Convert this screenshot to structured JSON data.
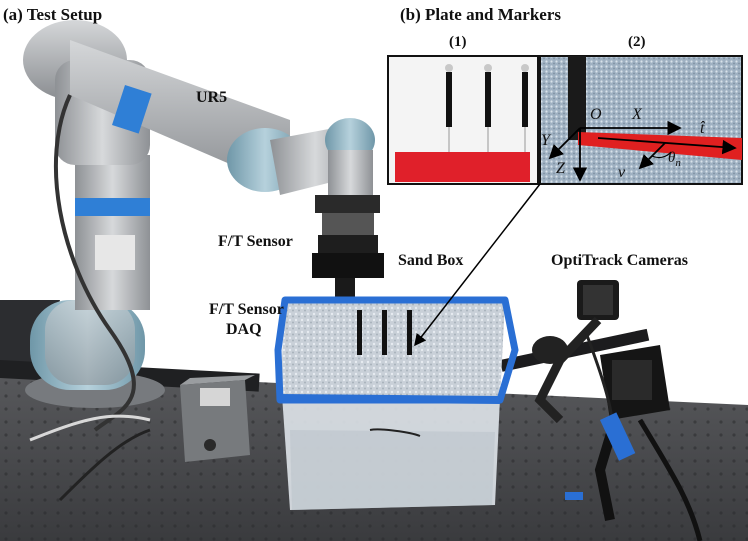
{
  "captions": {
    "test_setup": "(a) Test Setup",
    "plate_markers": "(b) Plate and Markers"
  },
  "inset_labels": {
    "one": "(1)",
    "two": "(2)"
  },
  "component_labels": {
    "ur5": "UR5",
    "ft_sensor": "F/T Sensor",
    "ft_sensor_daq_line1": "F/T Sensor",
    "ft_sensor_daq_line2": "DAQ",
    "sand_box": "Sand Box",
    "optitrack": "OptiTrack Cameras"
  },
  "axis_symbols": {
    "origin": "O",
    "x": "X",
    "y": "Y",
    "z": "Z",
    "t": "t̂",
    "v": "v",
    "theta": "θ",
    "theta_sub": "n"
  },
  "colors": {
    "robot_metal": "#b9bcbf",
    "robot_joint": "#8fb3c3",
    "robot_blue_tape": "#2f7fd6",
    "sand": "#cfd6de",
    "tape_blue": "#2a6fd4",
    "plate_red": "#e02020",
    "table": "#4a4c50"
  }
}
